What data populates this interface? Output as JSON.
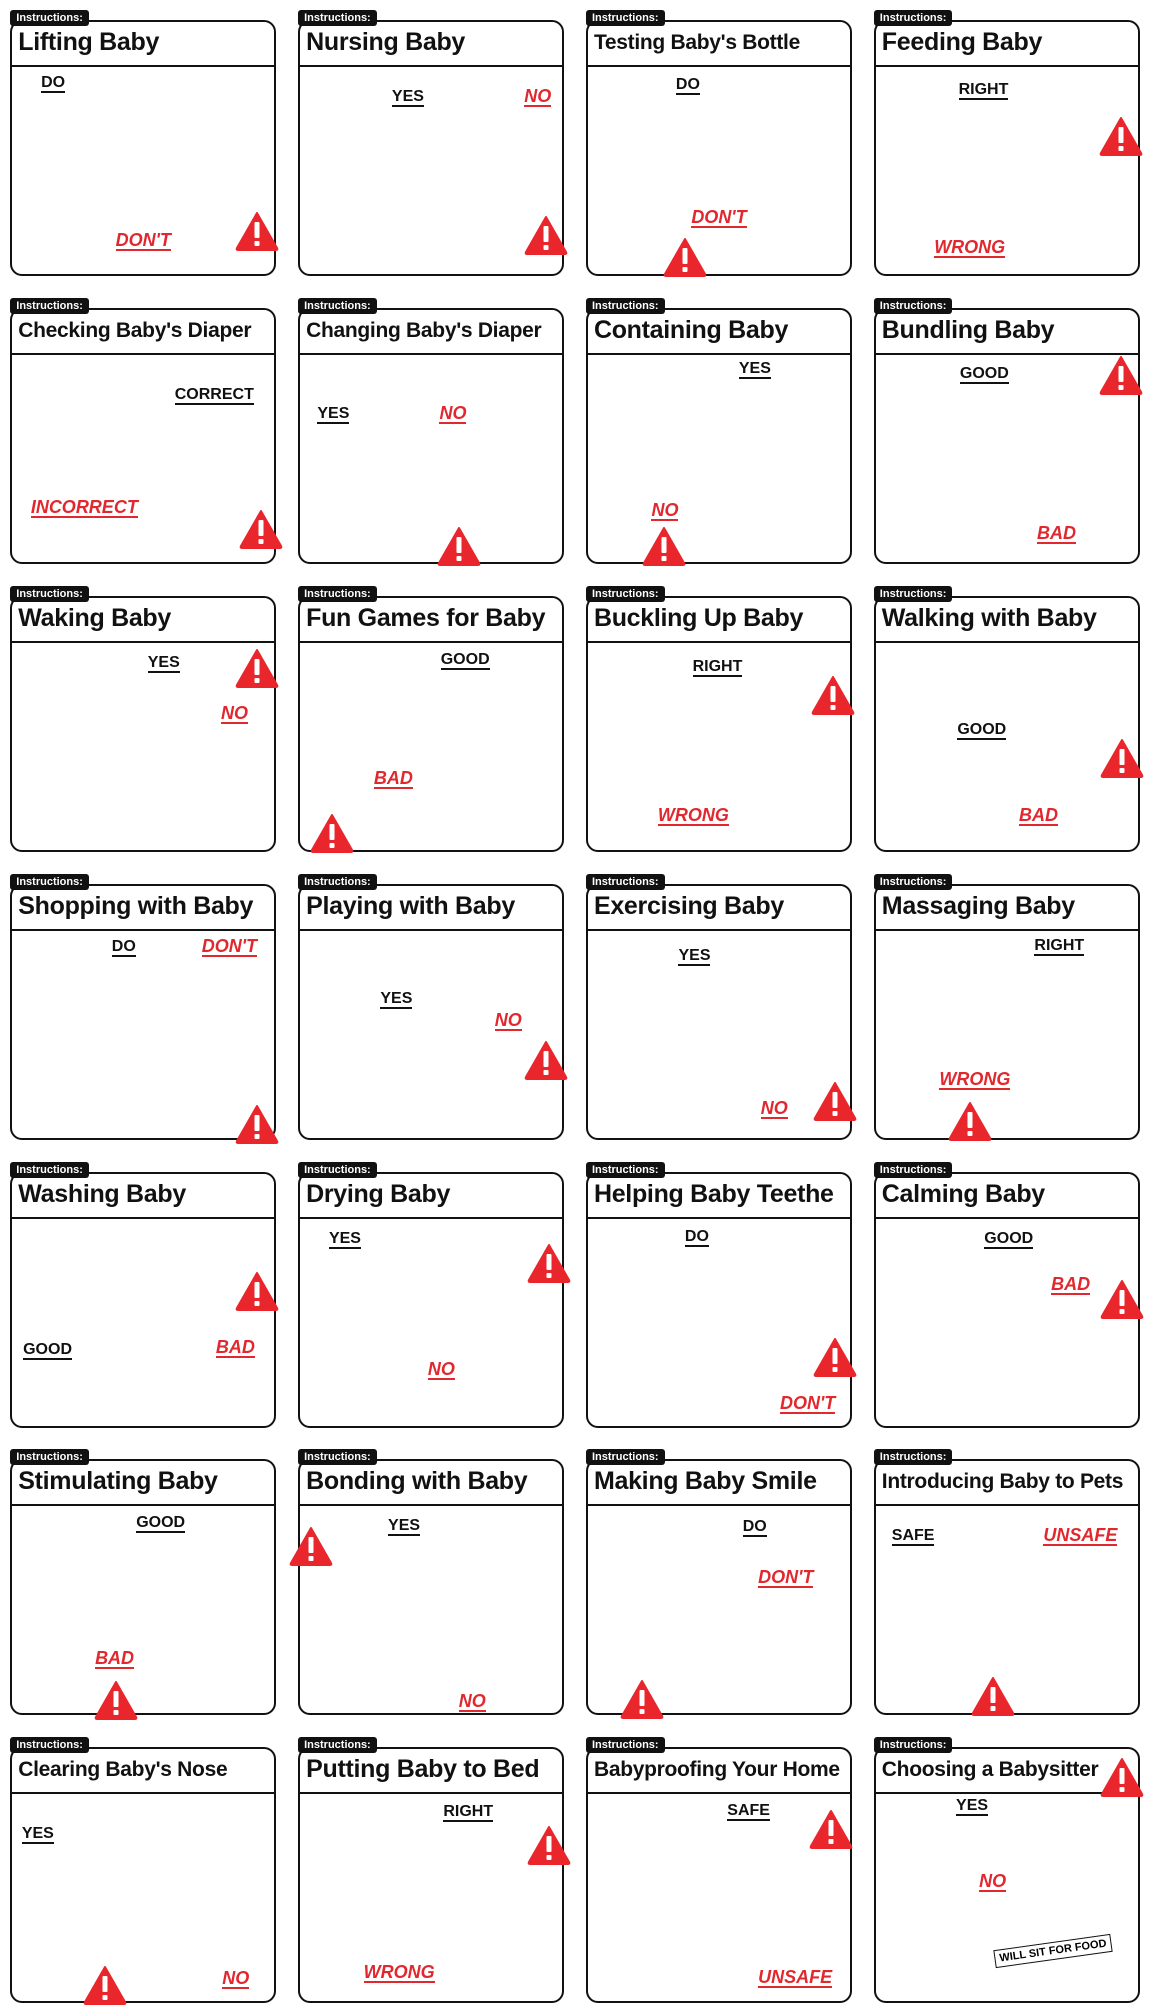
{
  "colors": {
    "good": "#111111",
    "bad": "#e0282e",
    "warning": "#e8262c"
  },
  "tab_label": "Instructions:",
  "cards": [
    {
      "title": "Lifting Baby",
      "labels": [
        {
          "text": "DO",
          "type": "good"
        },
        {
          "text": "DON'T",
          "type": "bad"
        }
      ]
    },
    {
      "title": "Nursing Baby",
      "labels": [
        {
          "text": "YES",
          "type": "good"
        },
        {
          "text": "NO",
          "type": "bad"
        }
      ]
    },
    {
      "title": "Testing Baby's Bottle",
      "labels": [
        {
          "text": "DO",
          "type": "good"
        },
        {
          "text": "DON'T",
          "type": "bad"
        }
      ]
    },
    {
      "title": "Feeding Baby",
      "labels": [
        {
          "text": "RIGHT",
          "type": "good"
        },
        {
          "text": "WRONG",
          "type": "bad"
        }
      ]
    },
    {
      "title": "Checking Baby's Diaper",
      "labels": [
        {
          "text": "CORRECT",
          "type": "good"
        },
        {
          "text": "INCORRECT",
          "type": "bad"
        }
      ]
    },
    {
      "title": "Changing Baby's Diaper",
      "labels": [
        {
          "text": "YES",
          "type": "good"
        },
        {
          "text": "NO",
          "type": "bad"
        }
      ]
    },
    {
      "title": "Containing Baby",
      "labels": [
        {
          "text": "YES",
          "type": "good"
        },
        {
          "text": "NO",
          "type": "bad"
        }
      ]
    },
    {
      "title": "Bundling Baby",
      "labels": [
        {
          "text": "GOOD",
          "type": "good"
        },
        {
          "text": "BAD",
          "type": "bad"
        }
      ]
    },
    {
      "title": "Waking Baby",
      "labels": [
        {
          "text": "YES",
          "type": "good"
        },
        {
          "text": "NO",
          "type": "bad"
        }
      ]
    },
    {
      "title": "Fun Games for Baby",
      "labels": [
        {
          "text": "GOOD",
          "type": "good"
        },
        {
          "text": "BAD",
          "type": "bad"
        }
      ]
    },
    {
      "title": "Buckling Up Baby",
      "labels": [
        {
          "text": "RIGHT",
          "type": "good"
        },
        {
          "text": "WRONG",
          "type": "bad"
        }
      ]
    },
    {
      "title": "Walking with Baby",
      "labels": [
        {
          "text": "GOOD",
          "type": "good"
        },
        {
          "text": "BAD",
          "type": "bad"
        }
      ]
    },
    {
      "title": "Shopping with Baby",
      "labels": [
        {
          "text": "DO",
          "type": "good"
        },
        {
          "text": "DON'T",
          "type": "bad"
        }
      ]
    },
    {
      "title": "Playing with Baby",
      "labels": [
        {
          "text": "YES",
          "type": "good"
        },
        {
          "text": "NO",
          "type": "bad"
        }
      ]
    },
    {
      "title": "Exercising Baby",
      "labels": [
        {
          "text": "YES",
          "type": "good"
        },
        {
          "text": "NO",
          "type": "bad"
        }
      ]
    },
    {
      "title": "Massaging Baby",
      "labels": [
        {
          "text": "RIGHT",
          "type": "good"
        },
        {
          "text": "WRONG",
          "type": "bad"
        }
      ]
    },
    {
      "title": "Washing Baby",
      "labels": [
        {
          "text": "GOOD",
          "type": "good"
        },
        {
          "text": "BAD",
          "type": "bad"
        }
      ]
    },
    {
      "title": "Drying Baby",
      "labels": [
        {
          "text": "YES",
          "type": "good"
        },
        {
          "text": "NO",
          "type": "bad"
        }
      ]
    },
    {
      "title": "Helping Baby Teethe",
      "labels": [
        {
          "text": "DO",
          "type": "good"
        },
        {
          "text": "DON'T",
          "type": "bad"
        }
      ]
    },
    {
      "title": "Calming Baby",
      "labels": [
        {
          "text": "GOOD",
          "type": "good"
        },
        {
          "text": "BAD",
          "type": "bad"
        }
      ]
    },
    {
      "title": "Stimulating Baby",
      "labels": [
        {
          "text": "GOOD",
          "type": "good"
        },
        {
          "text": "BAD",
          "type": "bad"
        }
      ]
    },
    {
      "title": "Bonding with Baby",
      "labels": [
        {
          "text": "YES",
          "type": "good"
        },
        {
          "text": "NO",
          "type": "bad"
        }
      ]
    },
    {
      "title": "Making Baby Smile",
      "labels": [
        {
          "text": "DO",
          "type": "good"
        },
        {
          "text": "DON'T",
          "type": "bad"
        }
      ]
    },
    {
      "title": "Introducing Baby to Pets",
      "labels": [
        {
          "text": "SAFE",
          "type": "good"
        },
        {
          "text": "UNSAFE",
          "type": "bad"
        }
      ]
    },
    {
      "title": "Clearing Baby's Nose",
      "labels": [
        {
          "text": "YES",
          "type": "good"
        },
        {
          "text": "NO",
          "type": "bad"
        }
      ]
    },
    {
      "title": "Putting Baby to Bed",
      "labels": [
        {
          "text": "RIGHT",
          "type": "good"
        },
        {
          "text": "WRONG",
          "type": "bad"
        }
      ]
    },
    {
      "title": "Babyproofing Your Home",
      "labels": [
        {
          "text": "SAFE",
          "type": "good"
        },
        {
          "text": "UNSAFE",
          "type": "bad"
        }
      ]
    },
    {
      "title": "Choosing a Babysitter",
      "labels": [
        {
          "text": "YES",
          "type": "good"
        },
        {
          "text": "NO",
          "type": "bad"
        }
      ],
      "sign": "WILL SIT FOR FOOD"
    }
  ]
}
